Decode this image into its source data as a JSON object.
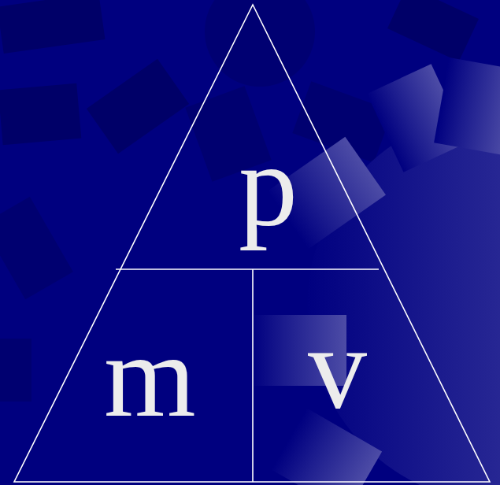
{
  "diagram": {
    "nodes": [
      {
        "text": [
          "p"
        ]
      },
      {
        "text": [
          "m"
        ]
      },
      {
        "text": [
          "v"
        ]
      }
    ]
  }
}
